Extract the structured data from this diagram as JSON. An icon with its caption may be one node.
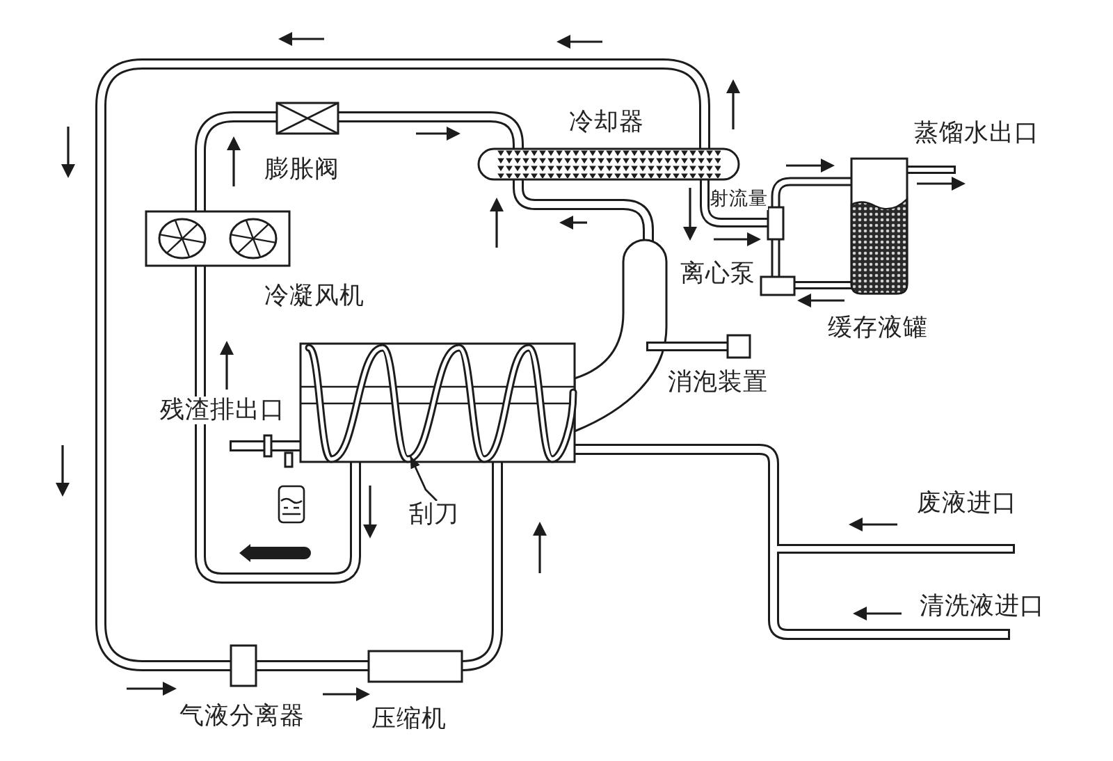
{
  "diagram": {
    "nodes": [
      {
        "text": [
          "刮刀"
        ]
      },
      {
        "text": [],
        "shape": "picture"
      }
    ],
    "edges": [
      {
        "from": 0,
        "to": 1,
        "arrow": "to"
      }
    ],
    "labels": [
      "冷却器",
      "蒸馏水出口",
      "膨胀阀",
      "射流量",
      "离心泵",
      "冷凝风机",
      "缓存液罐",
      "消泡装置",
      "残渣排出口",
      "废液进口",
      "清洗液进口",
      "气液分离器",
      "压缩机"
    ]
  }
}
